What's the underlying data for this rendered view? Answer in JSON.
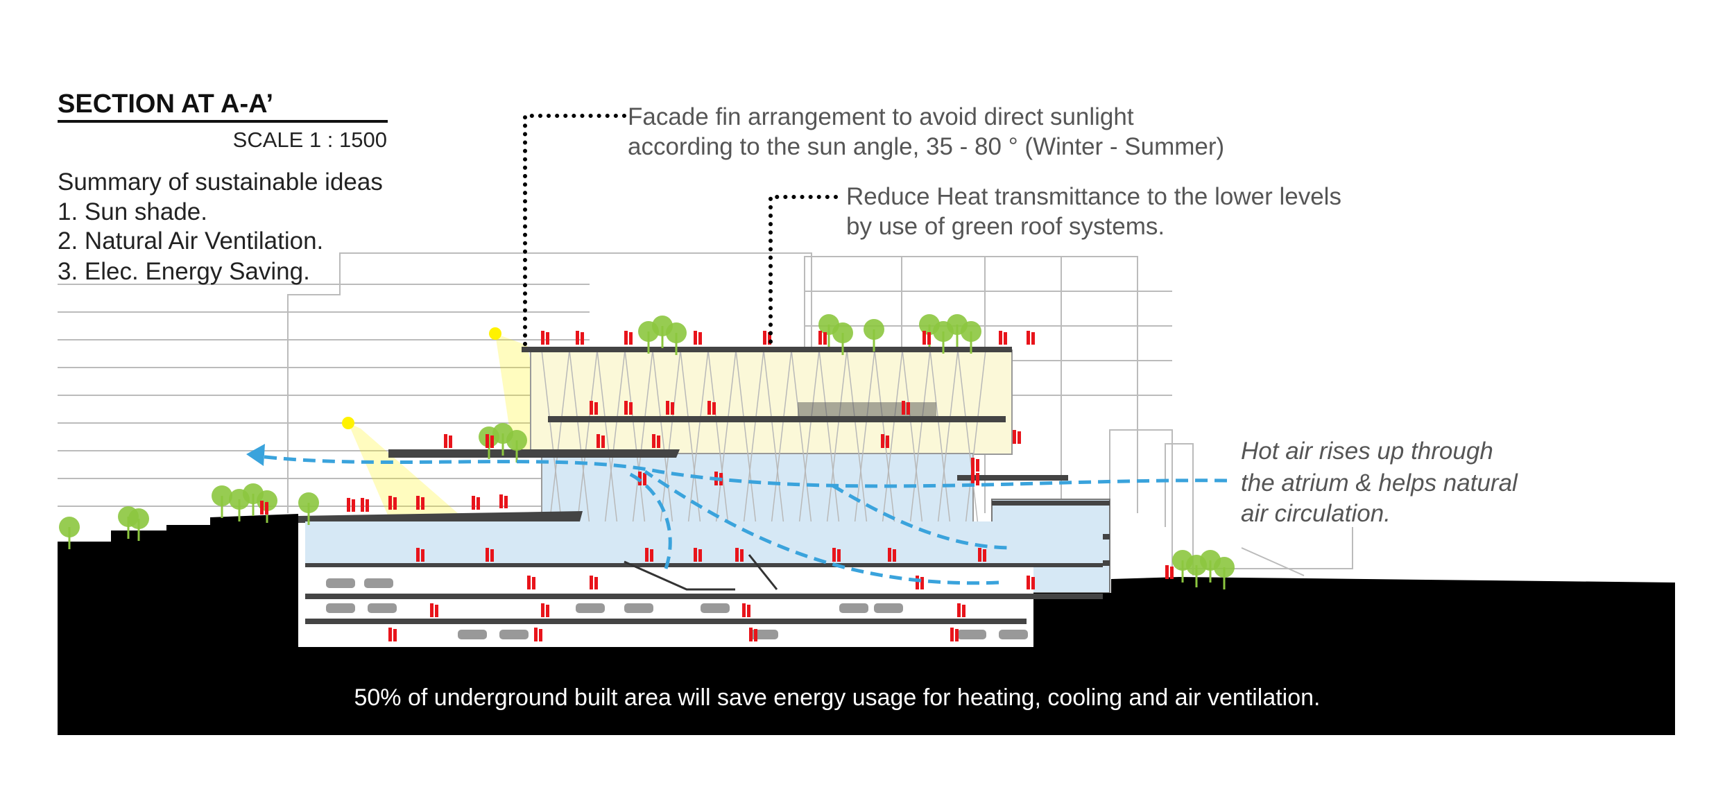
{
  "heading": {
    "title": "SECTION AT A-A’",
    "scale": "SCALE 1 : 1500"
  },
  "summary": {
    "title": "Summary of sustainable ideas",
    "items": [
      "1. Sun shade.",
      "2. Natural Air Ventilation.",
      "3. Elec. Energy Saving."
    ]
  },
  "annotations": {
    "facade": [
      "Facade fin arrangement to avoid direct sunlight",
      "according to the sun angle, 35 - 80 ° (Winter - Summer)"
    ],
    "green_roof": [
      "Reduce Heat transmittance to the lower levels",
      "by use of green roof systems."
    ],
    "hot_air": [
      "Hot air rises up through",
      "the atrium & helps natural",
      "air circulation."
    ]
  },
  "ground_note": "50% of underground built area will save energy usage for heating, cooling and air ventilation.",
  "colors": {
    "ground": "#000000",
    "airflow": "#3aa3dc",
    "tree": "#8cc63f",
    "people": "#e8141b",
    "sunlight": "#fff200",
    "atrium": "#d6e8f5",
    "upper_volume": "#fbf8d8"
  }
}
